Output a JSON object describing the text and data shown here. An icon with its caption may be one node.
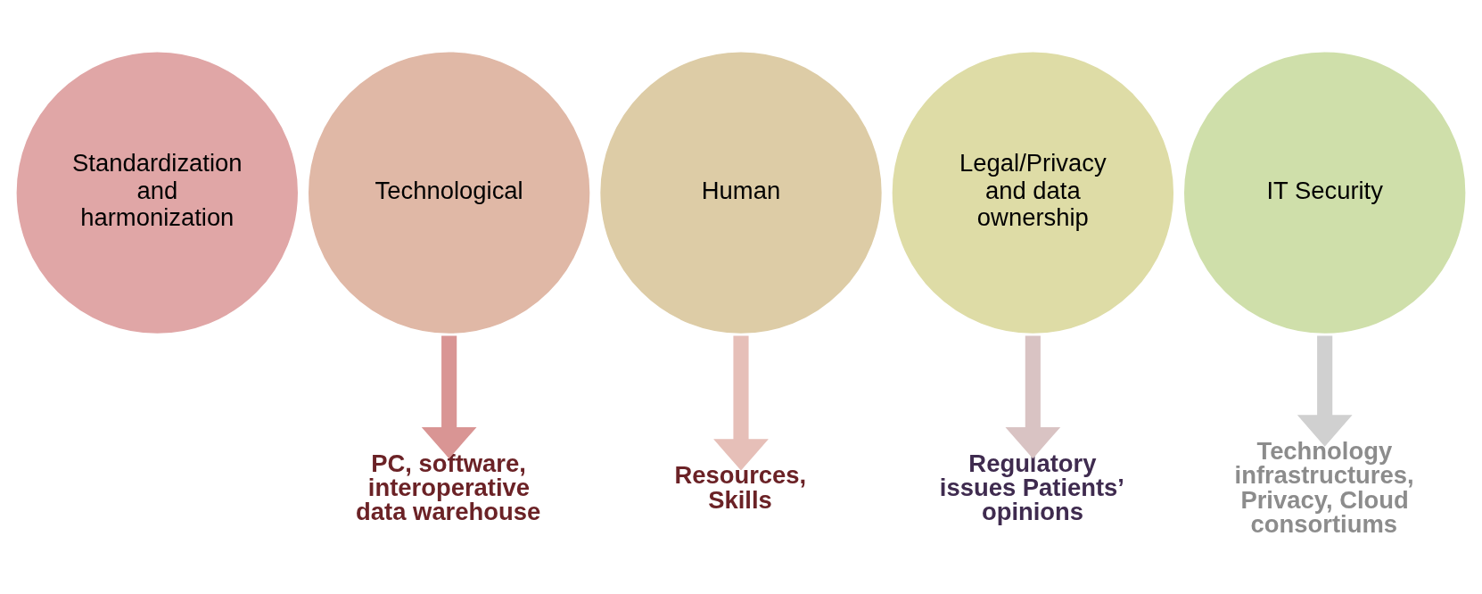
{
  "diagram": {
    "nodes": [
      {
        "text": [
          "Standardization and harmonization"
        ]
      },
      {
        "text": [
          "Technological"
        ]
      },
      {
        "text": [
          "Human"
        ]
      },
      {
        "text": [
          "Legal/Privacy and data ownership"
        ]
      },
      {
        "text": [
          "IT Security"
        ]
      },
      {
        "text": [
          "PC, software, interoperative data warehouse"
        ]
      },
      {
        "text": [
          "Resources, Skills"
        ]
      },
      {
        "text": [
          "Regulatory issues Patients’ opinions"
        ]
      },
      {
        "text": [
          "Technology infrastructures, Privacy, Cloud consortiums"
        ]
      }
    ],
    "edges": [
      {
        "from": 1,
        "to": 5,
        "arrow": "to",
        "color": "#d99594"
      },
      {
        "from": 2,
        "to": 6,
        "arrow": "to",
        "color": "#e6bfb8"
      },
      {
        "from": 3,
        "to": 7,
        "arrow": "to",
        "color": "#d9c3c3"
      },
      {
        "from": 4,
        "to": 8,
        "arrow": "to",
        "color": "#d0d0d0"
      }
    ]
  }
}
